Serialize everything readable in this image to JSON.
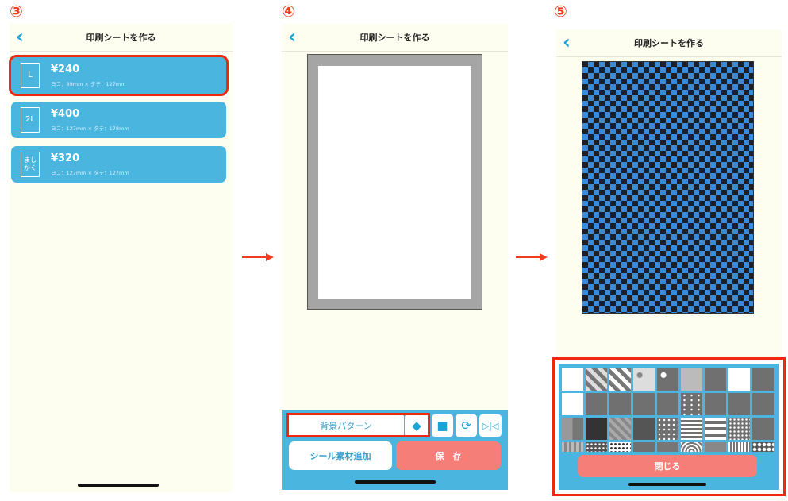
{
  "steps": [
    "③",
    "④",
    "⑤"
  ],
  "header": {
    "title": "印刷シート を作る",
    "back": "‹"
  },
  "sizes": [
    {
      "icon": "L",
      "price": "¥240",
      "dims": "ヨコ：89mm × タテ：127mm",
      "selected": true
    },
    {
      "icon": "2L",
      "price": "¥400",
      "dims": "ヨコ：127mm × タテ：178mm",
      "selected": false
    },
    {
      "icon": "ましかく",
      "price": "¥320",
      "dims": "ヨコ：127mm × タテ：127mm",
      "selected": false
    }
  ],
  "editor": {
    "bg_pattern": "背景パターン",
    "add_sticker": "シール素材追加",
    "save": "保　存"
  },
  "picker": {
    "close": "閉じる",
    "selected_pattern": "blue-black-checker"
  },
  "colors": {
    "accent": "#4ab6df",
    "save": "#f57f78",
    "highlight": "#f0280f",
    "background": "#fdfdf0"
  }
}
